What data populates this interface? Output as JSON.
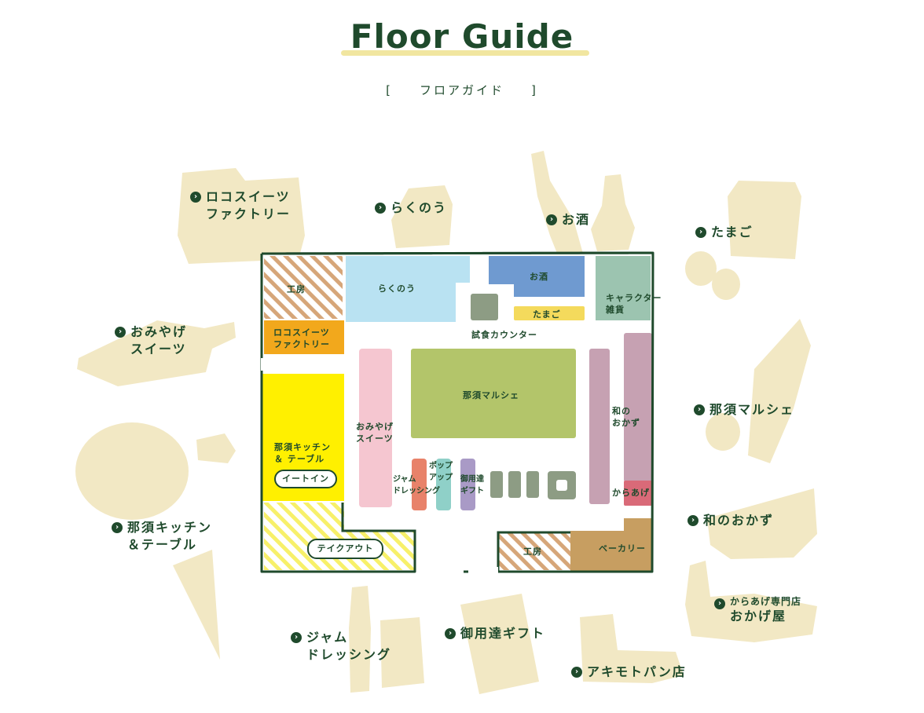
{
  "header": {
    "title": "Floor Guide",
    "subtitle_open": "[",
    "subtitle": "フロアガイド",
    "subtitle_close": "]"
  },
  "external_labels": {
    "rokoko": [
      "ロコスイーツ",
      "ファクトリー"
    ],
    "rakunou": [
      "らくのう"
    ],
    "osake": [
      "お酒"
    ],
    "tamago": [
      "たまご"
    ],
    "omiyage": [
      "おみやげ",
      "スイーツ"
    ],
    "nasu_marche": [
      "那須マルシェ"
    ],
    "nasu_kitchen": [
      "那須キッチン",
      "＆テーブル"
    ],
    "wa_okazu": [
      "和のおかず"
    ],
    "karaage_small": "からあげ専門店",
    "karaage_name": "おかげ屋",
    "jam": [
      "ジャム",
      "ドレッシング"
    ],
    "goyoutatsu": [
      "御用達ギフト"
    ],
    "akimoto": [
      "アキモトパン店"
    ]
  },
  "floor": {
    "koubou_1": "工房",
    "rokoko": [
      "ロコスイーツ",
      "ファクトリー"
    ],
    "rakunou": "らくのう",
    "osake": "お酒",
    "tamago": "たまご",
    "character": [
      "キャラクター",
      "雑貨"
    ],
    "tasting": "試食カウンター",
    "nasu_marche": "那須マルシェ",
    "omiyage": [
      "おみやげ",
      "スイーツ"
    ],
    "nasu_kitchen": [
      "那須キッチン",
      "＆ テーブル"
    ],
    "eat_in": "イートイン",
    "jam": [
      "ジャム",
      "ドレッシング"
    ],
    "popup": [
      "ポップ",
      "アップ"
    ],
    "goyoutatsu": [
      "御用達",
      "ギフト"
    ],
    "wa_okazu": [
      "和の",
      "おかず"
    ],
    "karaage": "からあげ",
    "takeout": "テイクアウト",
    "koubou_2": "工房",
    "bakery": "ベーカリー"
  },
  "colors": {
    "green": "#1f4a2c",
    "paper": "#f2e8c4",
    "rakunou": "#b9e2f2",
    "osake": "#6f9ad0",
    "tamago": "#f4da5c",
    "character": "#9cc4b0",
    "rokoko": "#f2a81c",
    "kitchen": "#fff000",
    "marche": "#b3c56a",
    "omiyage": "#f5c6d0",
    "wa_okazu": "#c6a1b2",
    "karaage": "#d96a78",
    "bakery": "#c79e61",
    "jam": "#e8826a",
    "popup": "#8fd0c8",
    "gift": "#a99ac6",
    "counter": "#8d9c84"
  },
  "icons": {
    "label_arrow": "chevron-right-icon"
  }
}
